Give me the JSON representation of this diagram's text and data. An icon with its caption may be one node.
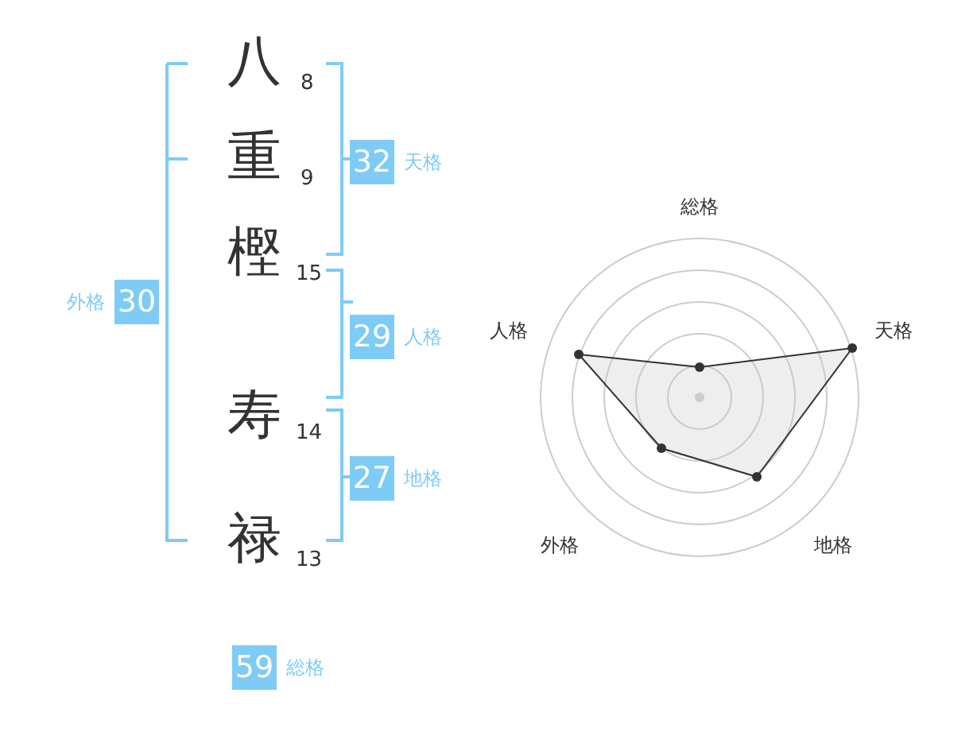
{
  "diagram": {
    "nodes": [
      {
        "text": [
          "32"
        ],
        "beside": [
          "天格"
        ]
      },
      {
        "text": [
          "30"
        ],
        "beside": [
          "外格"
        ]
      },
      {
        "text": [
          "29"
        ],
        "beside": [
          "人格"
        ]
      },
      {
        "text": [
          "27"
        ],
        "beside": [
          "地格"
        ]
      },
      {
        "text": [
          "59"
        ],
        "beside": [
          "総格"
        ]
      }
    ],
    "labels": [
      "八",
      "8",
      "重",
      "9",
      "樫",
      "15",
      "寿",
      "14",
      "禄",
      "13",
      "総格",
      "人格",
      "天格",
      "外格",
      "地格"
    ]
  }
}
